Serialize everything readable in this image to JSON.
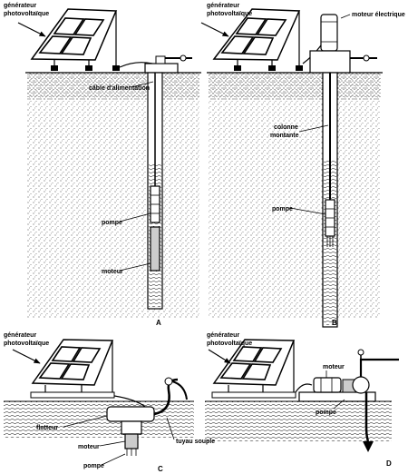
{
  "diagram": {
    "panels": [
      {
        "letter": "A",
        "labels": {
          "generator_l1": "générateur",
          "generator_l2": "photovoltaïque",
          "cable": "câble d'alimentation",
          "pump": "pompe",
          "motor": "moteur"
        }
      },
      {
        "letter": "B",
        "labels": {
          "generator_l1": "générateur",
          "generator_l2": "photovoltaïque",
          "electric_motor": "moteur électrique",
          "riser_l1": "colonne",
          "riser_l2": "montante",
          "pump": "pompe"
        }
      },
      {
        "letter": "C",
        "labels": {
          "generator_l1": "générateur",
          "generator_l2": "photovoltaïque",
          "float": "flotteur",
          "hose": "tuyau souple",
          "motor": "moteur",
          "pump": "pompe"
        }
      },
      {
        "letter": "D",
        "labels": {
          "generator_l1": "générateur",
          "generator_l2": "photovoltaïque",
          "motor": "moteur",
          "pump": "pompe"
        }
      }
    ]
  }
}
